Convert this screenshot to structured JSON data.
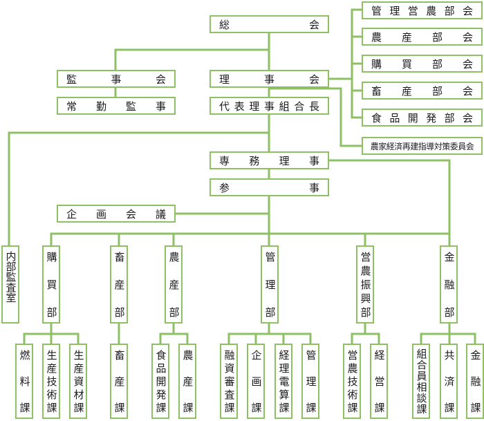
{
  "nodes": {
    "soukai": "総　　　　　会",
    "rijikai": "理　　事　　会",
    "kanjikai": "監　　事　　会",
    "joukin_kanji": "常　勤　監　事",
    "daihyo_riji": "代表理事組合長",
    "senmu_riji": "専　務　理　事",
    "sanji": "参　　　　　事",
    "kikaku_kaigi": "企　画　会　議",
    "naibu_kansa": "内部監査室",
    "bukai": [
      "管 理 営 農 部 会",
      "農　産　部　会",
      "購　買　部　会",
      "畜　産　部　会",
      "食 品 開 発 部 会"
    ],
    "saiken_iinkai": "農家経済再建指導対策委員会",
    "departments": {
      "kobai": "購買部",
      "chikusan": "畜産部",
      "nosan": "農産部",
      "kanri": "管理部",
      "einou": "営農振興部",
      "kinyu": "金融部"
    },
    "sections": {
      "nenryo": "燃料課",
      "seisan_gijutsu": "生産技術課",
      "seisan_shizai": "生産資材課",
      "chikusan_ka": "畜産課",
      "shokuhin_kaihatsu": "食品開発課",
      "nosan_ka": "農産課",
      "yushi_shinsa": "融資審査課",
      "kikaku_ka": "企画課",
      "keiri_densan": "経理電算課",
      "kanri_ka": "管理課",
      "einou_gijutsu": "営農技術課",
      "keiei_ka": "経営課",
      "kumiai_soudan": "組合員相談課",
      "kyosai_ka": "共済課",
      "kinyu_ka": "金融課"
    }
  },
  "colors": {
    "line": "#8cc063",
    "border": "#8cc063",
    "text": "#1a1a1a"
  }
}
